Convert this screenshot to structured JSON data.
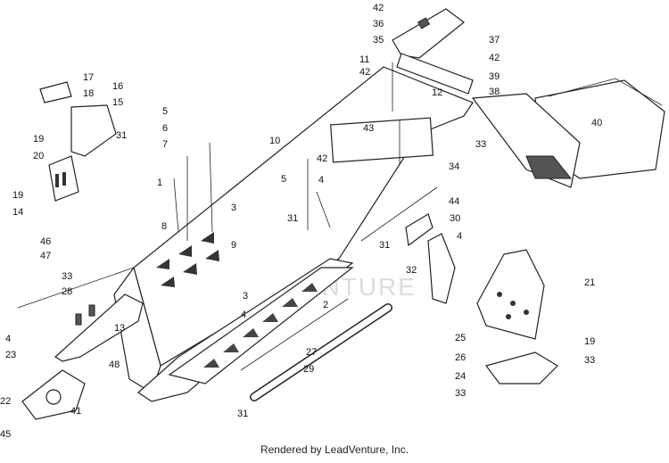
{
  "diagram": {
    "watermark": "LEADVENTURE",
    "callouts": [
      {
        "id": "c1",
        "label": "1"
      },
      {
        "id": "c2",
        "label": "2"
      },
      {
        "id": "c3a",
        "label": "3"
      },
      {
        "id": "c3b",
        "label": "3"
      },
      {
        "id": "c4a",
        "label": "4"
      },
      {
        "id": "c4b",
        "label": "4"
      },
      {
        "id": "c4c",
        "label": "4"
      },
      {
        "id": "c4d",
        "label": "4"
      },
      {
        "id": "c5a",
        "label": "5"
      },
      {
        "id": "c5b",
        "label": "5"
      },
      {
        "id": "c6",
        "label": "6"
      },
      {
        "id": "c7",
        "label": "7"
      },
      {
        "id": "c8",
        "label": "8"
      },
      {
        "id": "c9",
        "label": "9"
      },
      {
        "id": "c10",
        "label": "10"
      },
      {
        "id": "c11",
        "label": "11"
      },
      {
        "id": "c12",
        "label": "12"
      },
      {
        "id": "c13",
        "label": "13"
      },
      {
        "id": "c14",
        "label": "14"
      },
      {
        "id": "c15",
        "label": "15"
      },
      {
        "id": "c16",
        "label": "16"
      },
      {
        "id": "c17",
        "label": "17"
      },
      {
        "id": "c18",
        "label": "18"
      },
      {
        "id": "c19a",
        "label": "19"
      },
      {
        "id": "c19b",
        "label": "19"
      },
      {
        "id": "c19c",
        "label": "19"
      },
      {
        "id": "c20",
        "label": "20"
      },
      {
        "id": "c21",
        "label": "21"
      },
      {
        "id": "c22",
        "label": "22"
      },
      {
        "id": "c23",
        "label": "23"
      },
      {
        "id": "c24",
        "label": "24"
      },
      {
        "id": "c25",
        "label": "25"
      },
      {
        "id": "c26",
        "label": "26"
      },
      {
        "id": "c27",
        "label": "27"
      },
      {
        "id": "c28",
        "label": "28"
      },
      {
        "id": "c29",
        "label": "29"
      },
      {
        "id": "c30",
        "label": "30"
      },
      {
        "id": "c31a",
        "label": "31"
      },
      {
        "id": "c31b",
        "label": "31"
      },
      {
        "id": "c31c",
        "label": "31"
      },
      {
        "id": "c31d",
        "label": "31"
      },
      {
        "id": "c32",
        "label": "32"
      },
      {
        "id": "c33a",
        "label": "33"
      },
      {
        "id": "c33b",
        "label": "33"
      },
      {
        "id": "c33c",
        "label": "33"
      },
      {
        "id": "c33d",
        "label": "33"
      },
      {
        "id": "c34",
        "label": "34"
      },
      {
        "id": "c35",
        "label": "35"
      },
      {
        "id": "c36",
        "label": "36"
      },
      {
        "id": "c37",
        "label": "37"
      },
      {
        "id": "c38",
        "label": "38"
      },
      {
        "id": "c39",
        "label": "39"
      },
      {
        "id": "c40",
        "label": "40"
      },
      {
        "id": "c41",
        "label": "41"
      },
      {
        "id": "c42a",
        "label": "42"
      },
      {
        "id": "c42b",
        "label": "42"
      },
      {
        "id": "c42c",
        "label": "42"
      },
      {
        "id": "c42d",
        "label": "42"
      },
      {
        "id": "c43",
        "label": "43"
      },
      {
        "id": "c44",
        "label": "44"
      },
      {
        "id": "c45",
        "label": "45"
      },
      {
        "id": "c46",
        "label": "46"
      },
      {
        "id": "c47",
        "label": "47"
      },
      {
        "id": "c48",
        "label": "48"
      }
    ]
  },
  "footer": {
    "text": "Rendered by LeadVenture, Inc."
  }
}
